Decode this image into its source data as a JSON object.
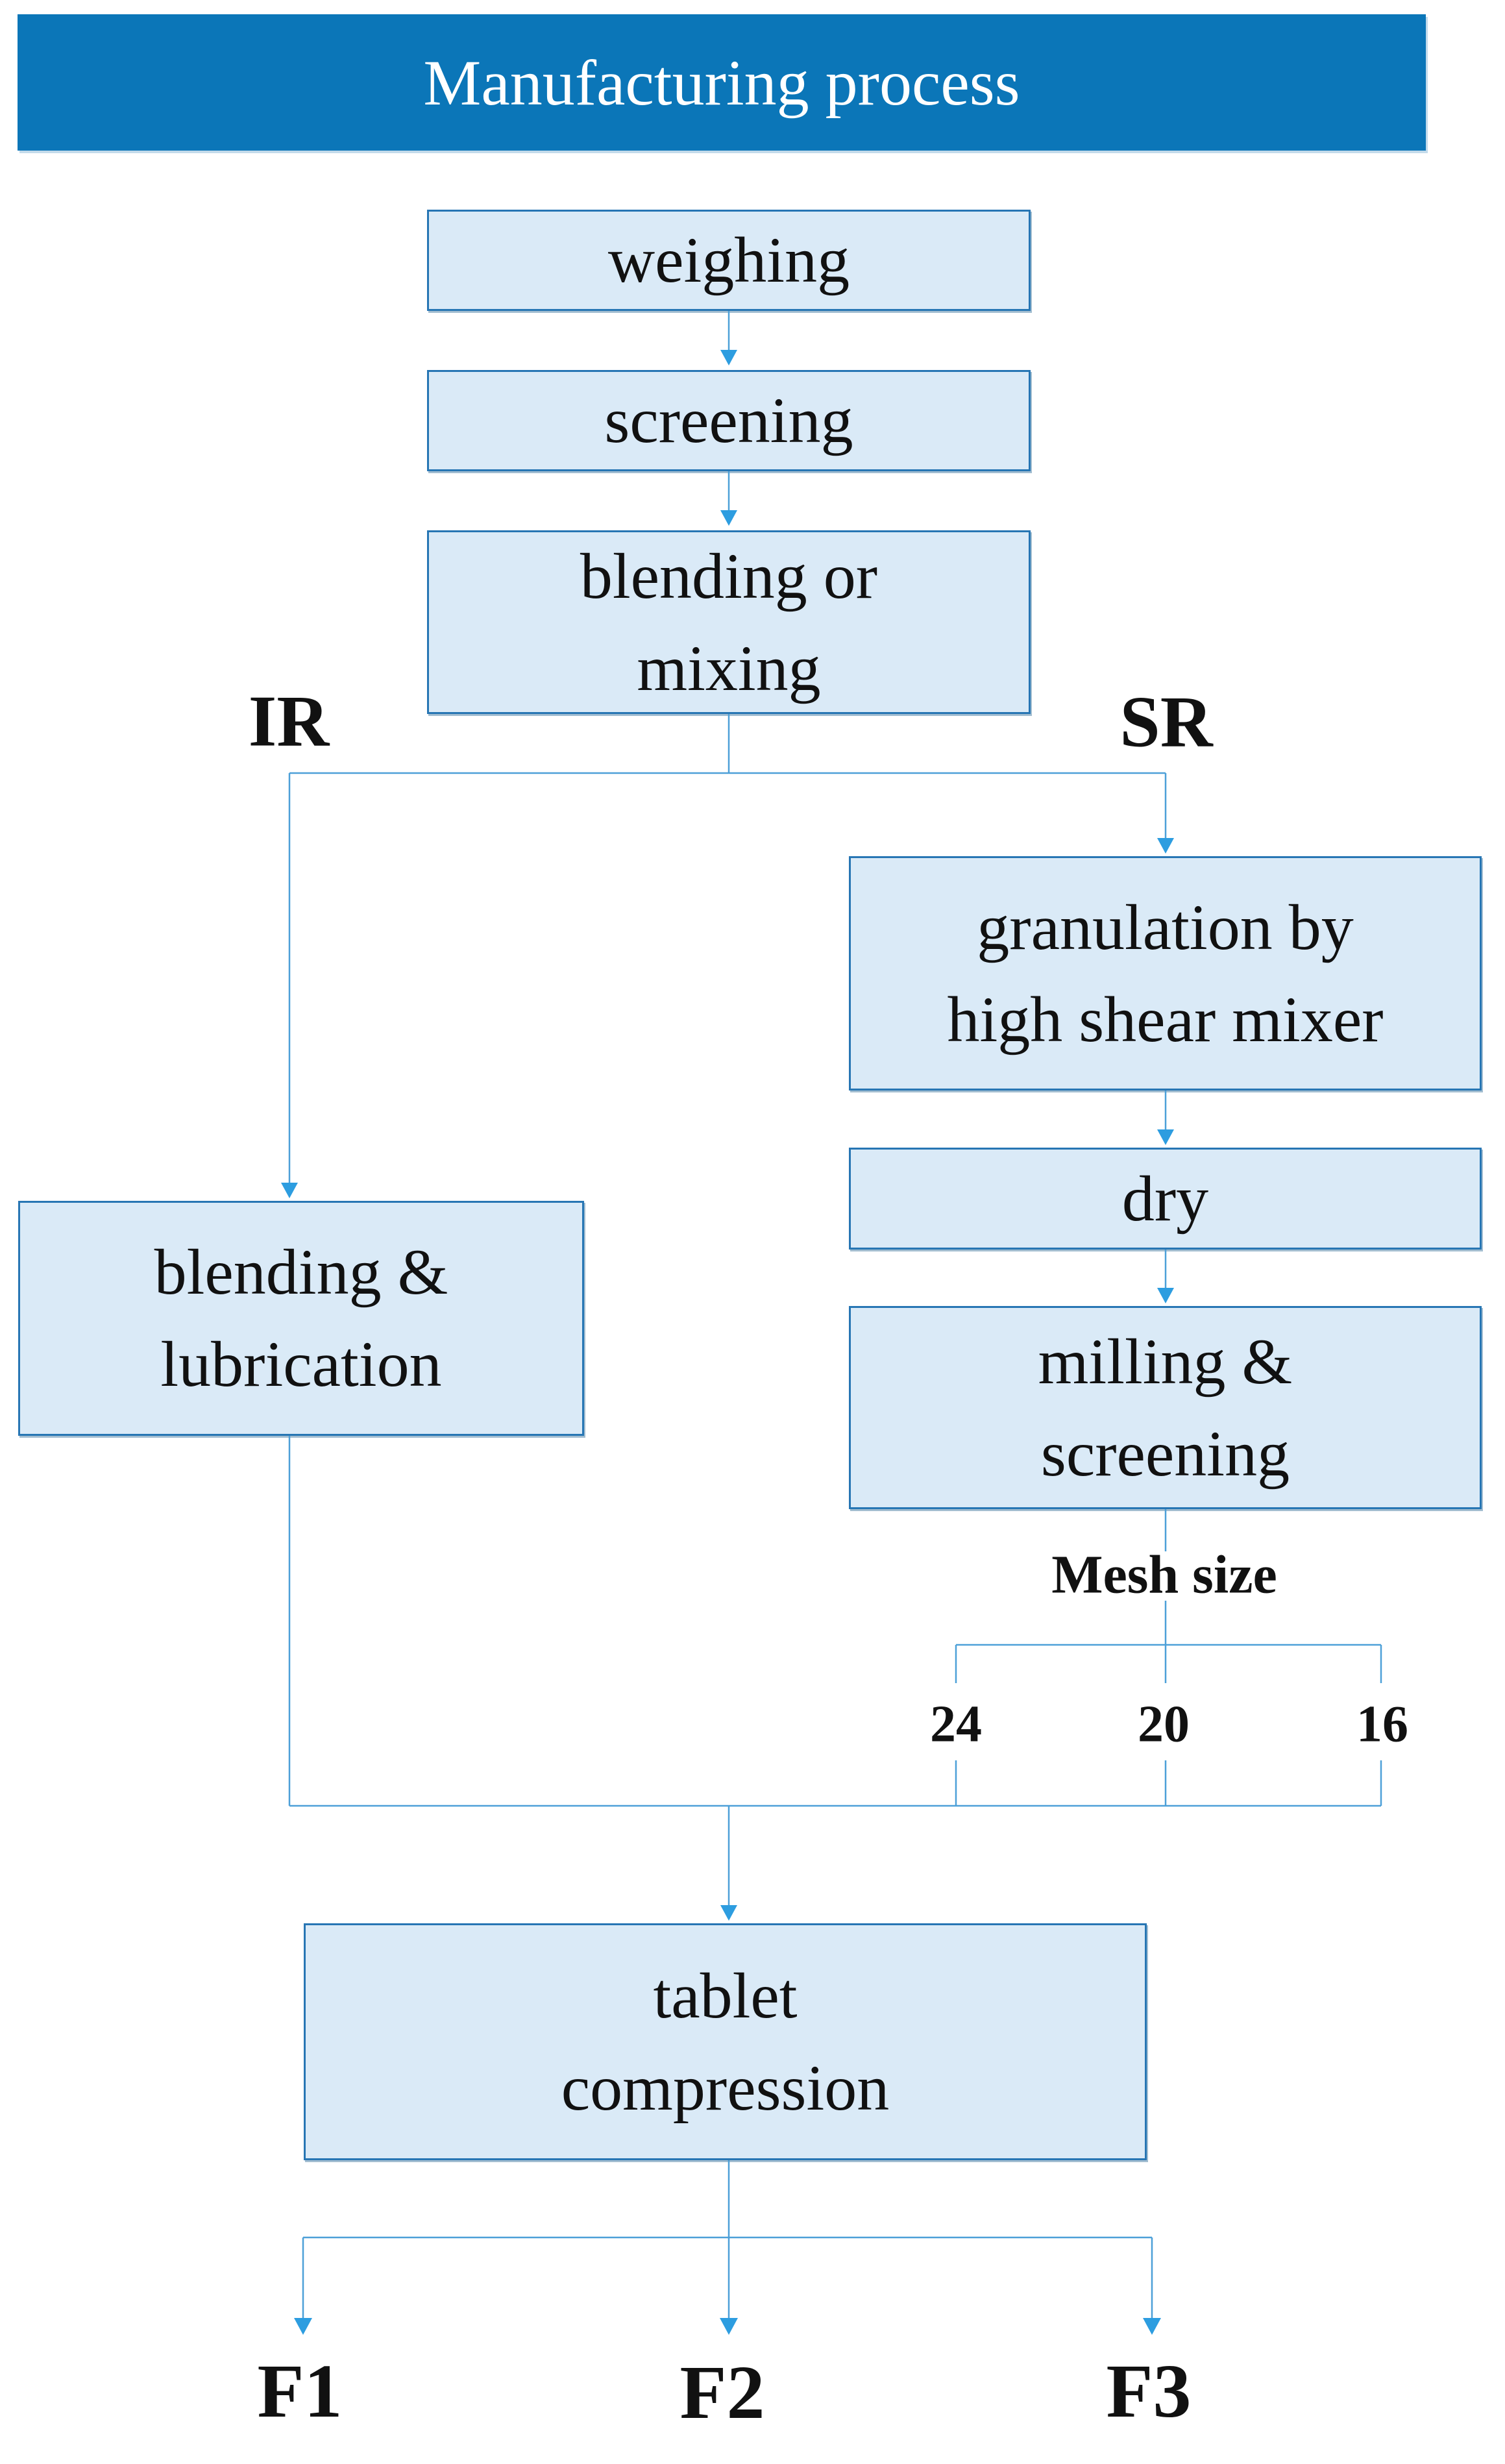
{
  "title": "Manufacturing process",
  "colors": {
    "header-fill": "#0b76b8",
    "header-text": "#ffffff",
    "node-fill": "#daeaf7",
    "node-border": "#2776b4",
    "connector": "#4da0d8",
    "arrowhead": "#2d9de0",
    "text": "#111111"
  },
  "nodes": {
    "weighing": {
      "label": "weighing"
    },
    "screening": {
      "label": "screening"
    },
    "blending_mixing": {
      "label": "blending or mixing"
    },
    "granulation": {
      "label": "granulation by high shear mixer"
    },
    "dry": {
      "label": "dry"
    },
    "milling_screening": {
      "label": "milling & screening"
    },
    "blending_lubrication": {
      "label": "blending & lubrication"
    },
    "tablet_compression": {
      "label": "tablet compression"
    }
  },
  "branches": {
    "left": "IR",
    "right": "SR"
  },
  "mesh": {
    "label": "Mesh size",
    "sizes": [
      "24",
      "20",
      "16"
    ]
  },
  "outputs": [
    "F1",
    "F2",
    "F3"
  ]
}
